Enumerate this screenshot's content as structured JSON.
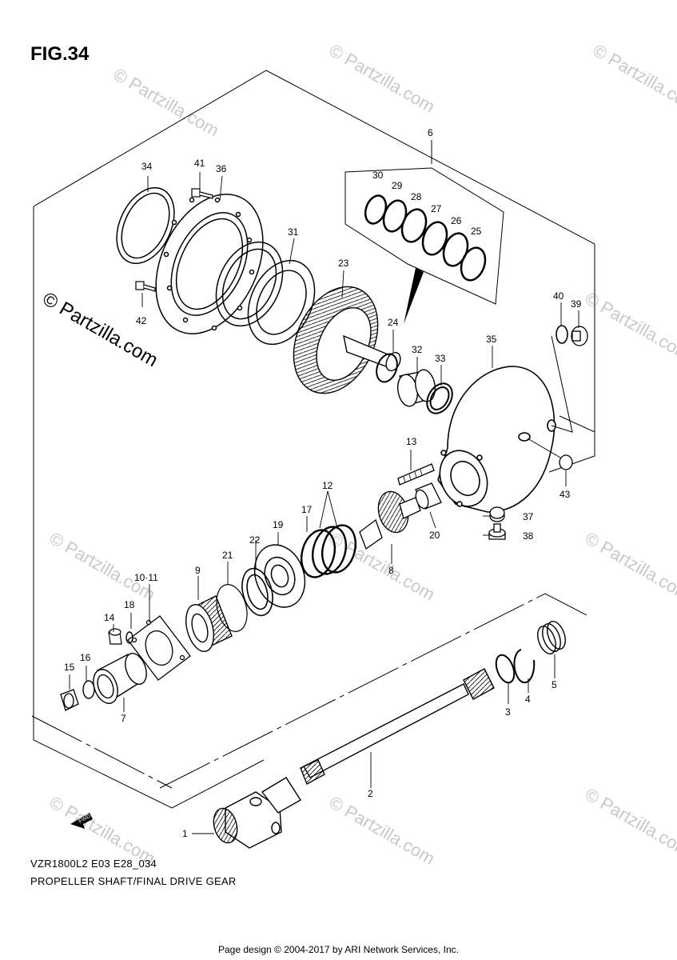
{
  "figure": {
    "title": "FIG.34",
    "model_code": "VZR1800L2 E03 E28_034",
    "caption": "PROPELLER SHAFT/FINAL DRIVE GEAR",
    "footer": "Page design © 2004-2017 by ARI Network Services, Inc.",
    "watermark": "© Partzilla.com",
    "fwd_label": "FWD"
  },
  "callouts": [
    "1",
    "2",
    "3",
    "4",
    "5",
    "6",
    "7",
    "8",
    "9",
    "10·11",
    "12",
    "13",
    "14",
    "15",
    "16",
    "17",
    "18",
    "19",
    "20",
    "21",
    "22",
    "23",
    "24",
    "25",
    "26",
    "27",
    "28",
    "29",
    "30",
    "31",
    "32",
    "33",
    "34",
    "35",
    "36",
    "37",
    "38",
    "39",
    "40",
    "41",
    "42",
    "43"
  ]
}
